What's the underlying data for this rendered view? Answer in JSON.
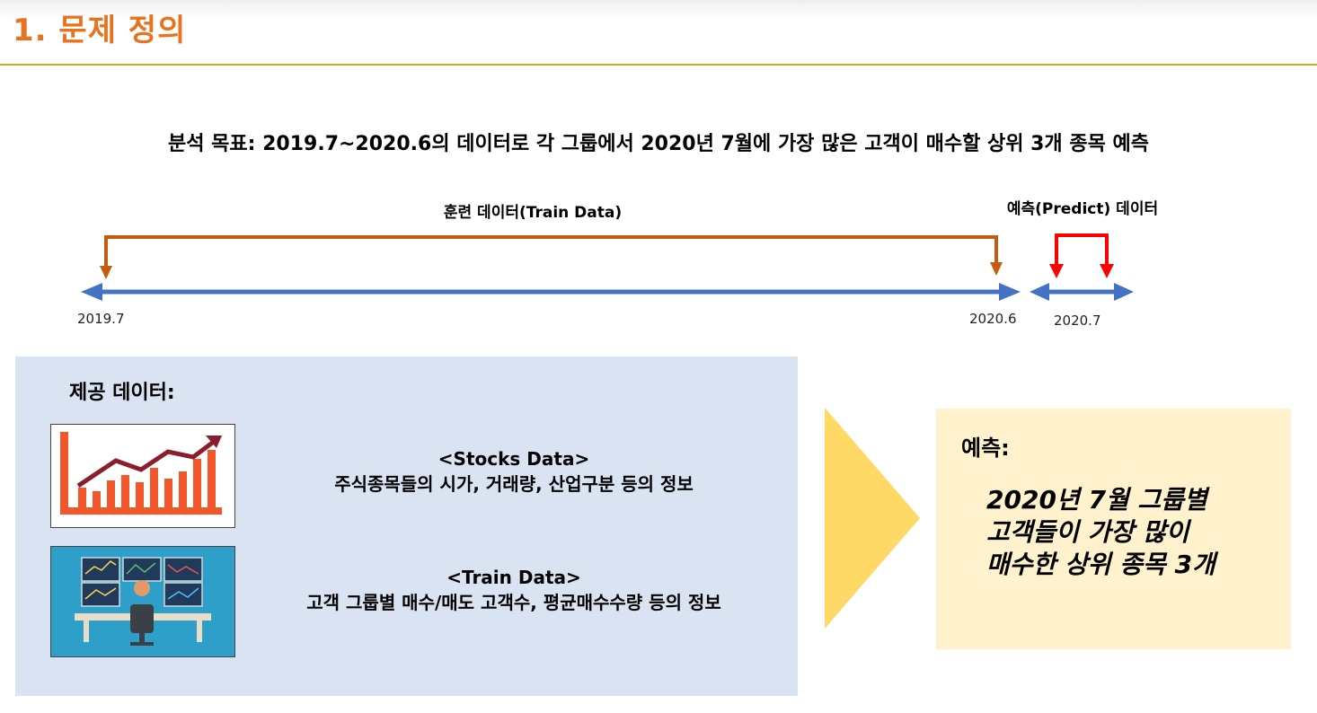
{
  "slide": {
    "title": "1. 문제 정의",
    "goal": "분석 목표: 2019.7~2020.6의 데이터로 각 그룹에서 2020년 7월에 가장 많은 고객이 매수할 상위 3개 종목 예측"
  },
  "timeline": {
    "train_label": "훈련 데이터(Train Data)",
    "predict_label": "예측(Predict) 데이터",
    "start_date": "2019.7",
    "end_date": "2020.6",
    "predict_date": "2020.7",
    "colors": {
      "train_bracket": "#c55a11",
      "predict_bracket": "#ff0000",
      "axis": "#4472c4"
    }
  },
  "provided": {
    "heading": "제공 데이터:",
    "items": [
      {
        "icon": "bar-chart-growth-icon",
        "title": "<Stocks Data>",
        "description": "주식종목들의 시가, 거래량, 산업구분 등의 정보"
      },
      {
        "icon": "trader-monitors-icon",
        "title": "<Train Data>",
        "description": "고객 그룹별 매수/매도 고객수, 평균매수수량 등의 정보"
      }
    ]
  },
  "prediction": {
    "heading": "예측:",
    "lines": [
      "2020년 7월 그룹별",
      "고객들이 가장 많이",
      "매수한 상위 종목 3개"
    ]
  },
  "colors": {
    "title": "#e8731f",
    "rule": "#d4a52a",
    "panel": "#dae3f2",
    "chevron": "#ffd966",
    "result": "#fff2cc"
  }
}
